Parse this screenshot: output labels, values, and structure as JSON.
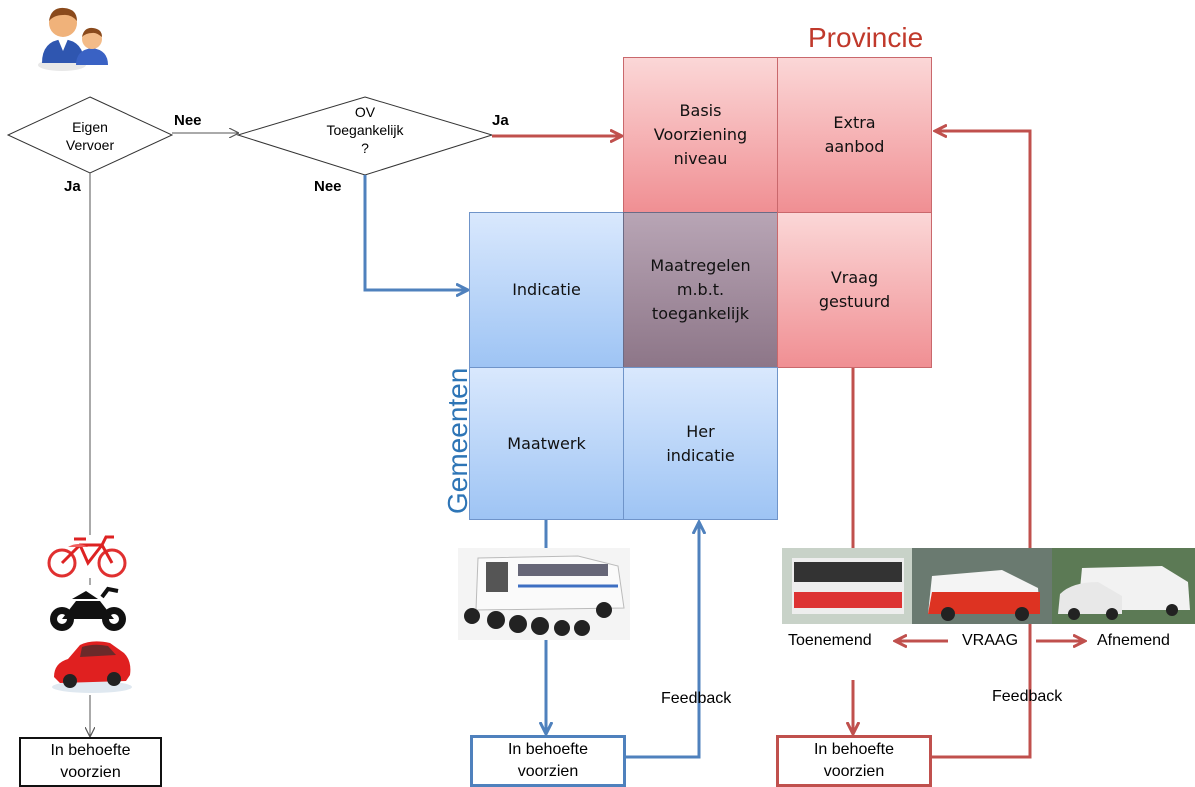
{
  "regions": {
    "provincie": "Provincie",
    "gemeenten": "Gemeenten"
  },
  "decisions": {
    "eigen_vervoer": "Eigen\nVervoer",
    "ov_toegankelijk": "OV\nToegankelijk\n?"
  },
  "edge_labels": {
    "nee_1": "Nee",
    "nee_2": "Nee",
    "ja_1": "Ja",
    "ja_2": "Ja"
  },
  "grid": {
    "basis": "Basis\nVoorziening\nniveau",
    "extra": "Extra\naanbod",
    "indicatie": "Indicatie",
    "maatregelen": "Maatregelen\nm.b.t.\ntoegankelijk",
    "vraag": "Vraag\ngestuurd",
    "maatwerk": "Maatwerk",
    "herindicatie": "Her\nindicatie"
  },
  "demand": {
    "toenemend": "Toenemend",
    "vraag": "VRAAG",
    "afnemend": "Afnemend"
  },
  "feedback": {
    "blue": "Feedback",
    "red": "Feedback"
  },
  "outcomes": {
    "left": "In behoefte\nvoorzien",
    "middle": "In behoefte\nvoorzien",
    "right": "In behoefte\nvoorzien"
  },
  "colors": {
    "red_line": "#c0504d",
    "blue_line": "#4f81bd",
    "provincie_text": "#c0392b",
    "gemeenten_text": "#2e75b6"
  }
}
